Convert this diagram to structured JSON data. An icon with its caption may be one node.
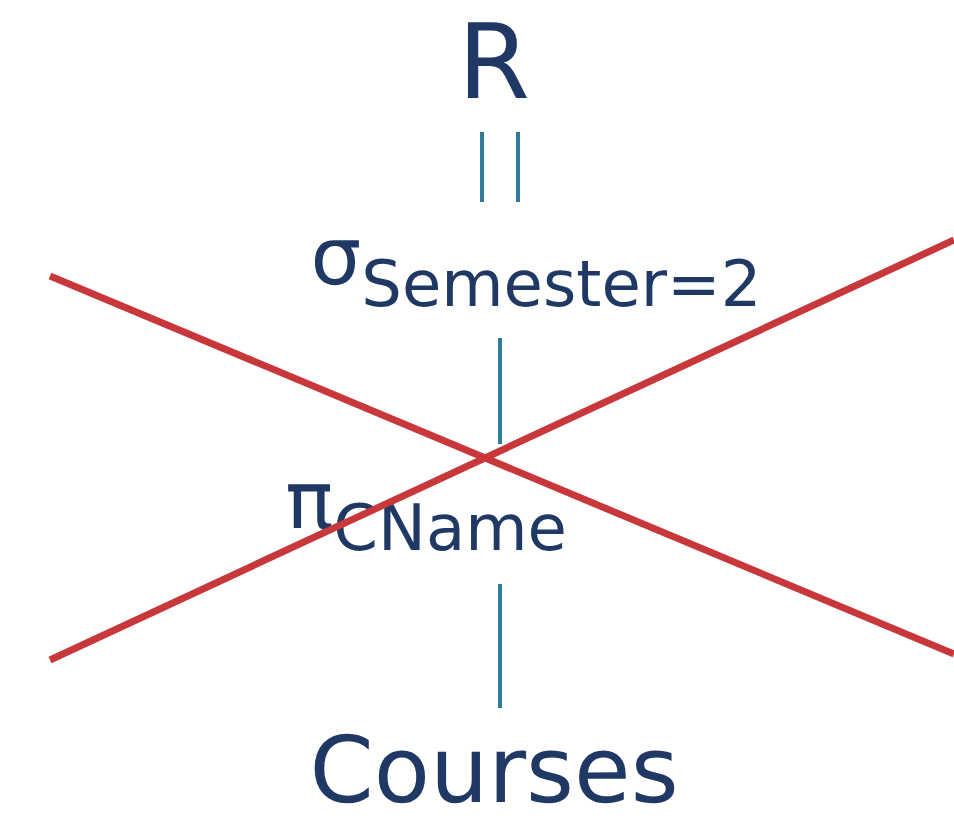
{
  "diagram": {
    "nodes": [
      {
        "text": [
          "R"
        ]
      },
      {
        "text": [
          "σ$_{Semester=2}$"
        ]
      },
      {
        "text": [
          "π$_{CName}$"
        ]
      },
      {
        "text": [
          "Courses"
        ]
      }
    ],
    "edges": [
      {
        "from": 0,
        "to": 1,
        "arrow": "none"
      },
      {
        "from": 1,
        "to": 2,
        "arrow": "none"
      },
      {
        "from": 2,
        "to": 3,
        "arrow": "none"
      }
    ]
  }
}
